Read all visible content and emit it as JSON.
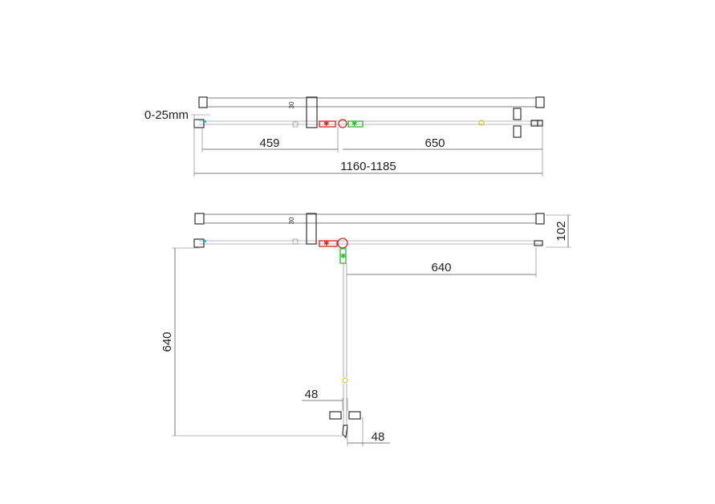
{
  "views": {
    "top": {
      "tolerance_label": "0-25mm",
      "dim_left": "459",
      "dim_right": "650",
      "dim_total": "1160-1185",
      "profile_label": "30"
    },
    "bottom": {
      "dim_depth": "102",
      "dim_horizontal": "640",
      "dim_vertical": "640",
      "dim_door_a": "48",
      "dim_door_b": "48",
      "profile_label": "30"
    }
  },
  "colors": {
    "red_part": "#e02020",
    "green_part": "#22c02a",
    "cyan_part": "#20c0d0",
    "yellow_part": "#d8c020",
    "line": "#555555"
  }
}
